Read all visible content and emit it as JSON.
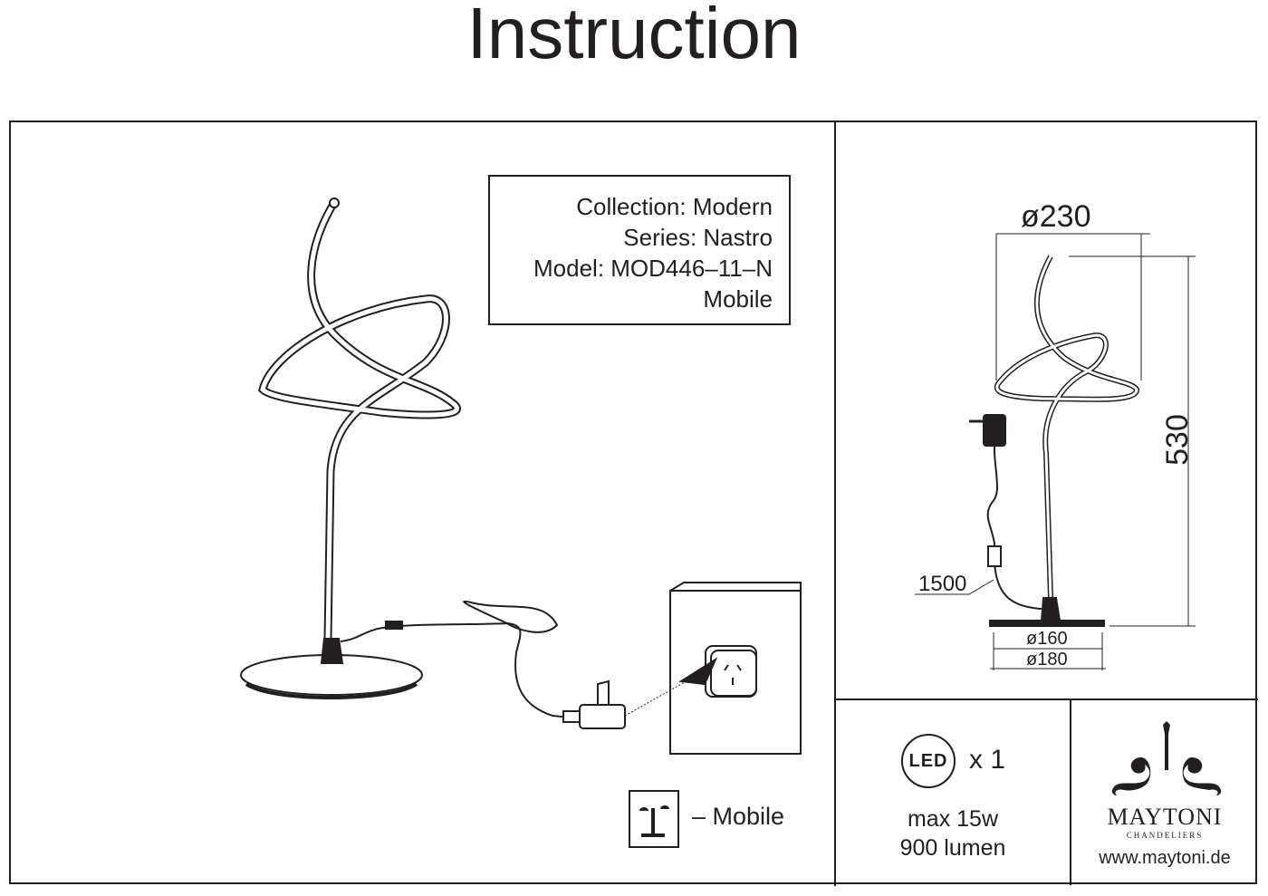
{
  "title": "Instruction",
  "info": {
    "collection": "Collection: Modern",
    "series": "Series: Nastro",
    "model": "Model: MOD446–11–N",
    "type": "Mobile"
  },
  "dimensions": {
    "diameter_top": "ø230",
    "height": "530",
    "cable": "1500",
    "base_inner": "ø160",
    "base_outer": "ø180"
  },
  "legend": {
    "mobile": "– Mobile"
  },
  "specs": {
    "led_label": "LED",
    "count": "x 1",
    "power": "max 15w",
    "lumen": "900 lumen"
  },
  "brand": {
    "name": "MAYTONI",
    "sub": "CHANDELIERS",
    "url": "www.maytoni.de"
  }
}
